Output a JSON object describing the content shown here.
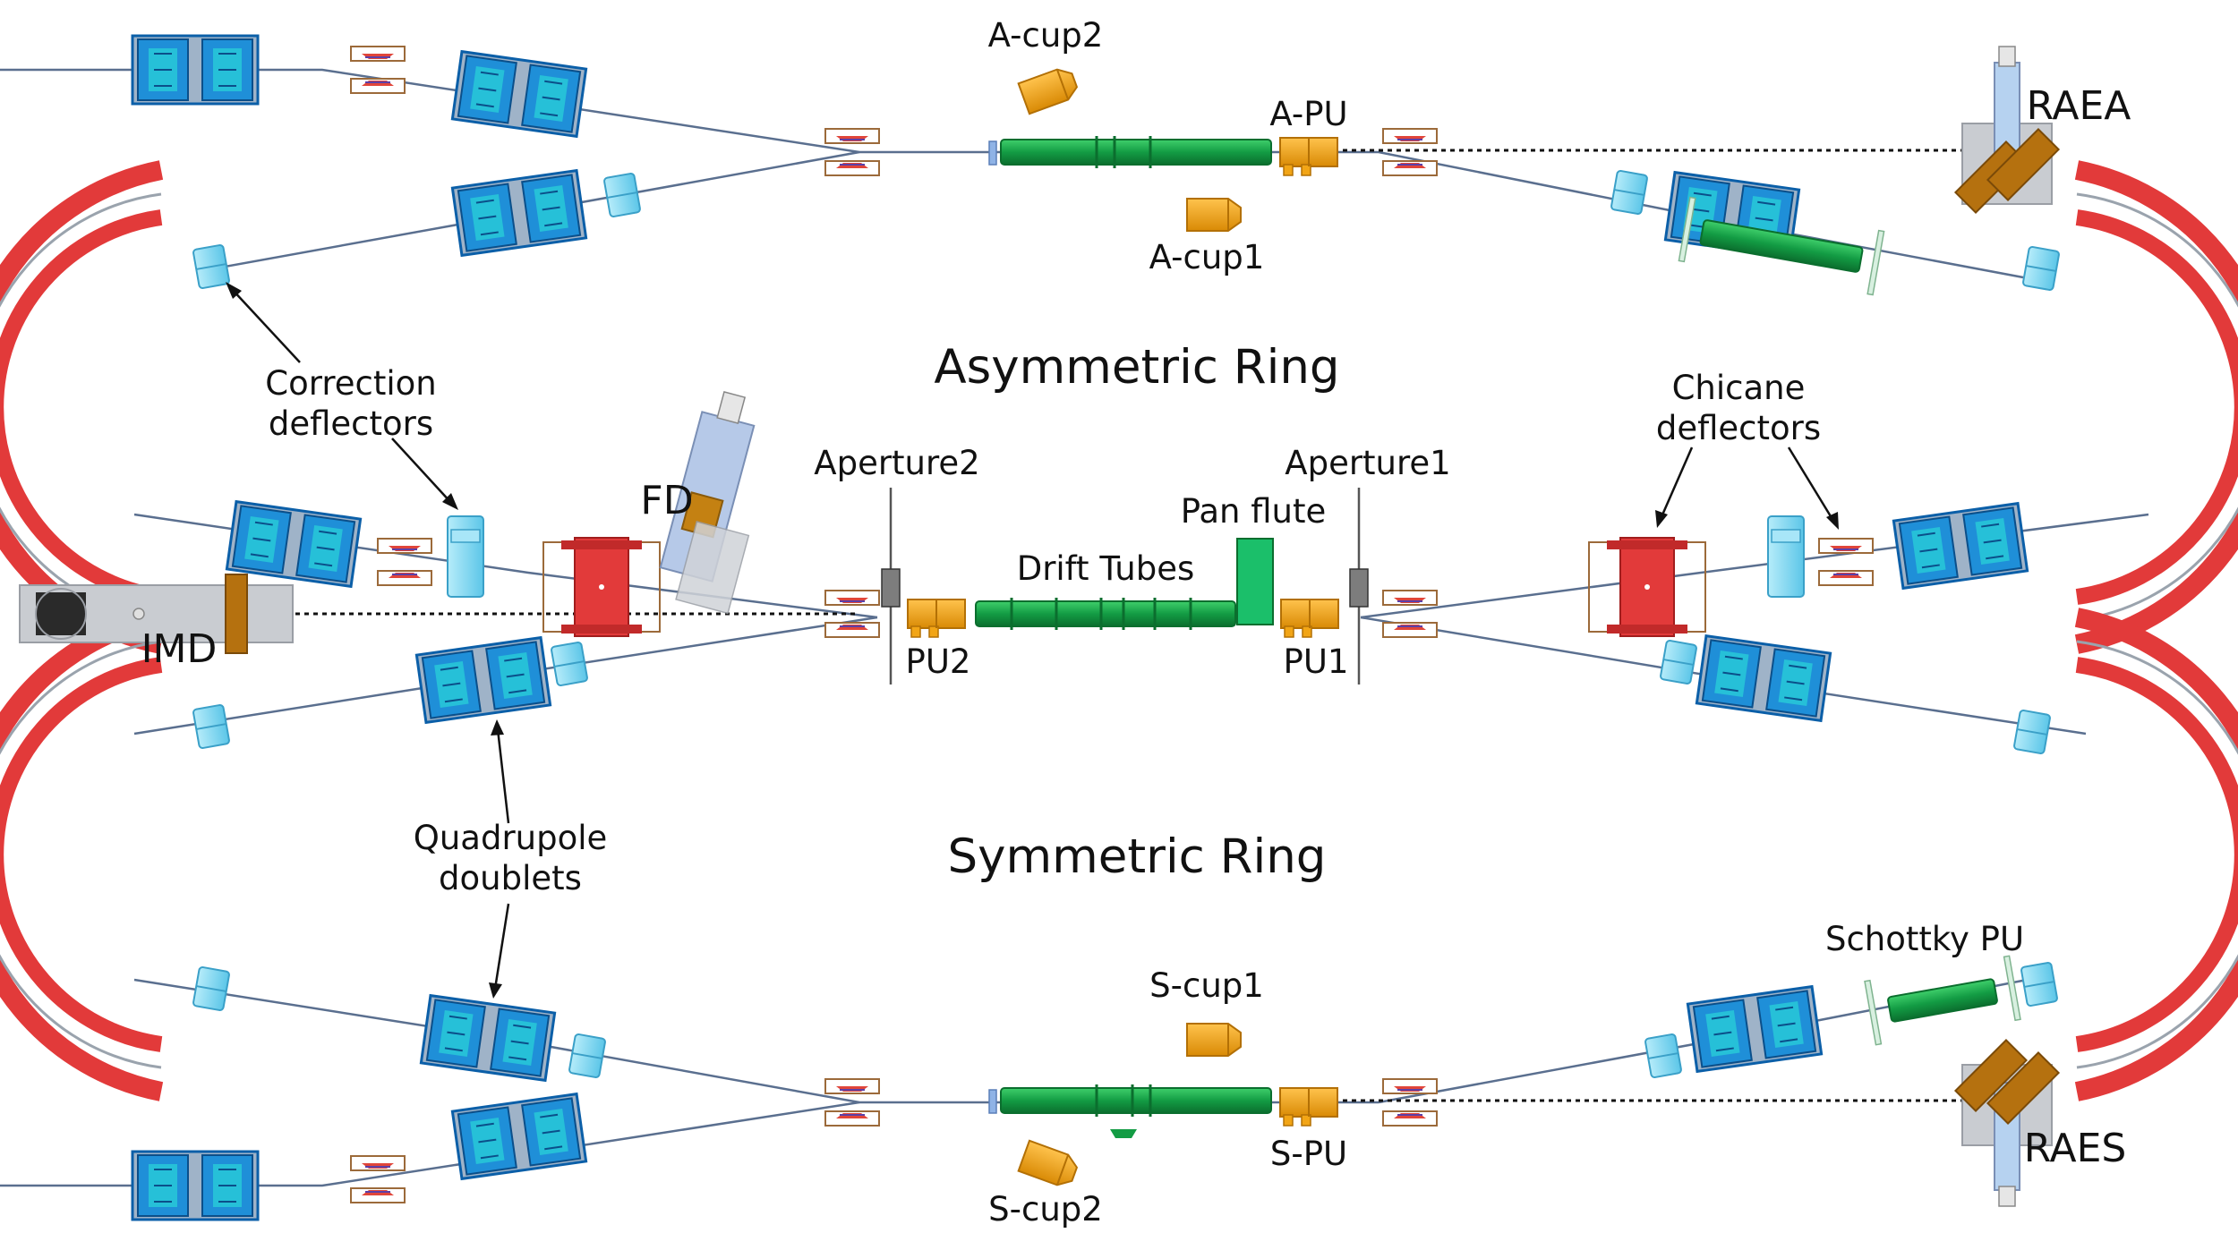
{
  "titles": {
    "asymmetric_ring": "Asymmetric Ring",
    "symmetric_ring": "Symmetric Ring"
  },
  "labels": {
    "a_cup2": "A-cup2",
    "a_cup1": "A-cup1",
    "a_pu": "A-PU",
    "raea": "RAEA",
    "correction_line1": "Correction",
    "correction_line2": "deflectors",
    "chicane_line1": "Chicane",
    "chicane_line2": "deflectors",
    "fd": "FD",
    "imd": "IMD",
    "aperture2": "Aperture2",
    "aperture1": "Aperture1",
    "pan_flute": "Pan flute",
    "drift_tubes": "Drift Tubes",
    "pu2": "PU2",
    "pu1": "PU1",
    "quadrupole_line1": "Quadrupole",
    "quadrupole_line2": "doublets",
    "s_cup1": "S-cup1",
    "s_cup2": "S-cup2",
    "s_pu": "S-PU",
    "raes": "RAES",
    "schottky_pu": "Schottky PU"
  },
  "colors": {
    "quadrupole": "#1f8fd8",
    "quadrupole_frame": "#0b5fa8",
    "bender": "#e23a3a",
    "drift_tube": "#1aa14a",
    "pickup": "#f2a516",
    "cup": "#f2a516",
    "detector_brown": "#b5710f",
    "deflector": "#e0453a",
    "steerer": "#7fd6f0",
    "support_grey": "#c9ccd1"
  }
}
